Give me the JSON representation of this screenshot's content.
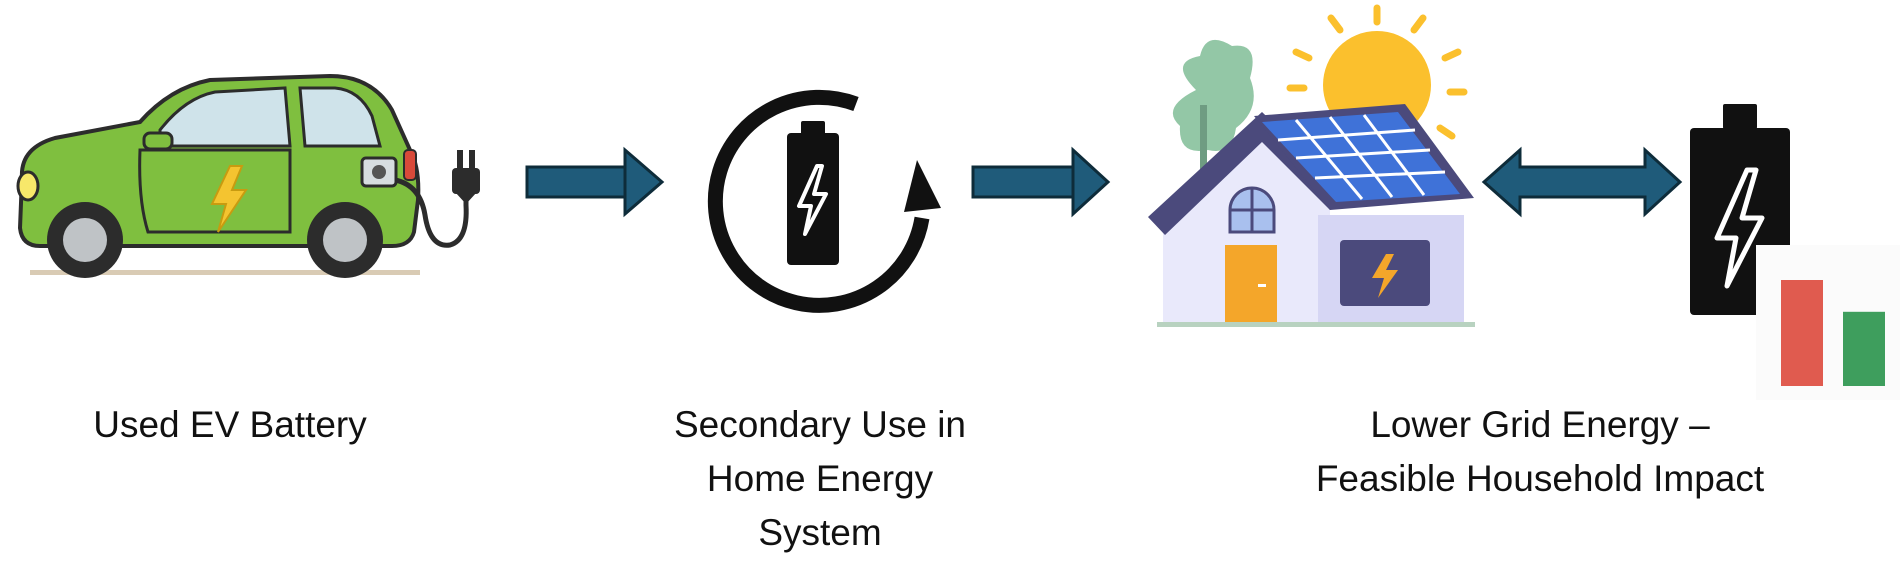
{
  "colors": {
    "arrow": "#1f5b7a",
    "car_body": "#7fbf3f",
    "battery": "#111111",
    "bar_red": "#e05b4f",
    "bar_green": "#3e9e5d",
    "sun": "#fbc02d",
    "solar_panel": "#3f72d8",
    "house_wall": "#e9e9fb",
    "door": "#f4a62a",
    "tree": "#93c7a6"
  },
  "icons": [
    "ev-car-icon",
    "charging-plug-icon",
    "battery-cycle-icon",
    "solar-house-icon",
    "battery-icon",
    "bar-chart-icon"
  ],
  "captions": {
    "used_battery": [
      "Used EV Battery"
    ],
    "secondary_use": [
      "Secondary Use in",
      "Home Energy",
      "System"
    ],
    "lower_grid": [
      "Lower Grid Energy –",
      "Feasible Household Impact"
    ]
  },
  "bar_chart": {
    "values": [
      1.0,
      0.7
    ]
  }
}
